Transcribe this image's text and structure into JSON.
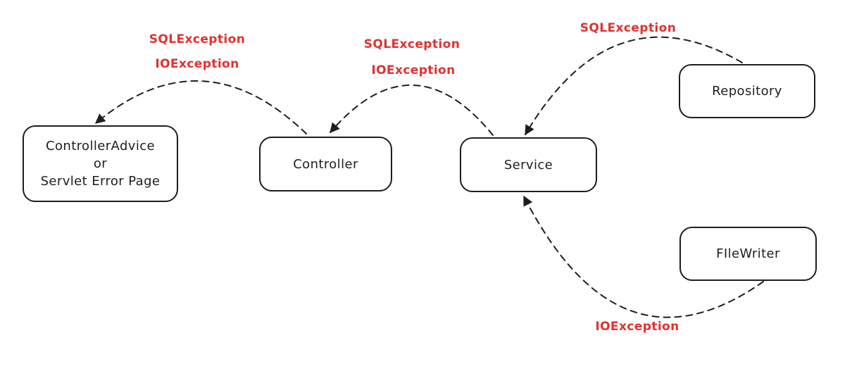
{
  "diagram": {
    "background": "#ffffff",
    "stroke_color": "#1e1e1e",
    "exception_text_color": "#e03131",
    "edge_style": "dashed-arrow"
  },
  "nodes": {
    "controller_advice": {
      "lines": [
        "ControllerAdvice",
        "or",
        "Servlet Error Page"
      ]
    },
    "controller": {
      "label": "Controller"
    },
    "service": {
      "label": "Service"
    },
    "repository": {
      "label": "Repository"
    },
    "file_writer": {
      "label": "FIleWriter"
    }
  },
  "edges": [
    {
      "from": "controller",
      "to": "controller_advice",
      "style": "dashed",
      "exceptions": [
        "SQLException",
        "IOException"
      ]
    },
    {
      "from": "service",
      "to": "controller",
      "style": "dashed",
      "exceptions": [
        "SQLException",
        "IOException"
      ]
    },
    {
      "from": "repository",
      "to": "service",
      "style": "dashed",
      "exceptions": [
        "SQLException"
      ]
    },
    {
      "from": "file_writer",
      "to": "service",
      "style": "dashed",
      "exceptions": [
        "IOException"
      ]
    }
  ]
}
